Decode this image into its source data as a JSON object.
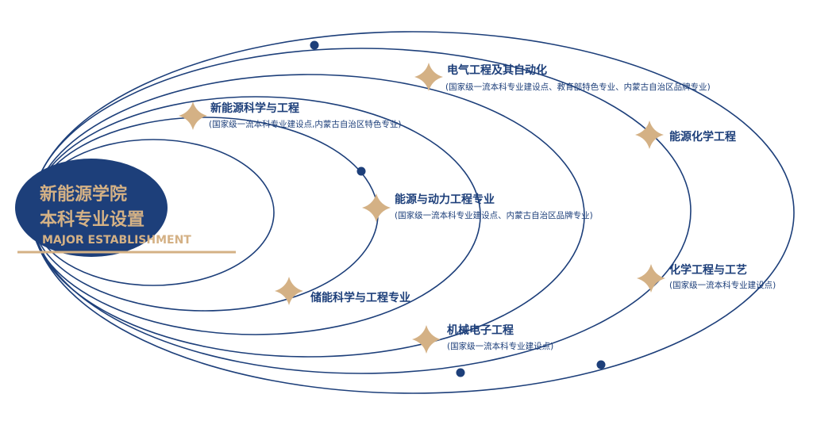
{
  "colors": {
    "navy": "#1d3f7a",
    "gold": "#d4b185"
  },
  "header": {
    "title_line1": "新能源学院",
    "title_line2": "本科专业设置",
    "subtitle_en": "MAJOR ESTABLISHMENT"
  },
  "majors": [
    {
      "name": "新能源科学与工程",
      "note": "(国家级一流本科专业建设点,内蒙古自治区特色专业)"
    },
    {
      "name": "电气工程及其自动化",
      "note": "(国家级一流本科专业建设点、教育部特色专业、内蒙古自治区品牌专业)"
    },
    {
      "name": "能源化学工程",
      "note": ""
    },
    {
      "name": "能源与动力工程专业",
      "note": "(国家级一流本科专业建设点、内蒙古自治区品牌专业)"
    },
    {
      "name": "化学工程与工艺",
      "note": "(国家级一流本科专业建设点)"
    },
    {
      "name": "储能科学与工程专业",
      "note": ""
    },
    {
      "name": "机械电子工程",
      "note": "(国家级一流本科专业建设点)"
    }
  ]
}
